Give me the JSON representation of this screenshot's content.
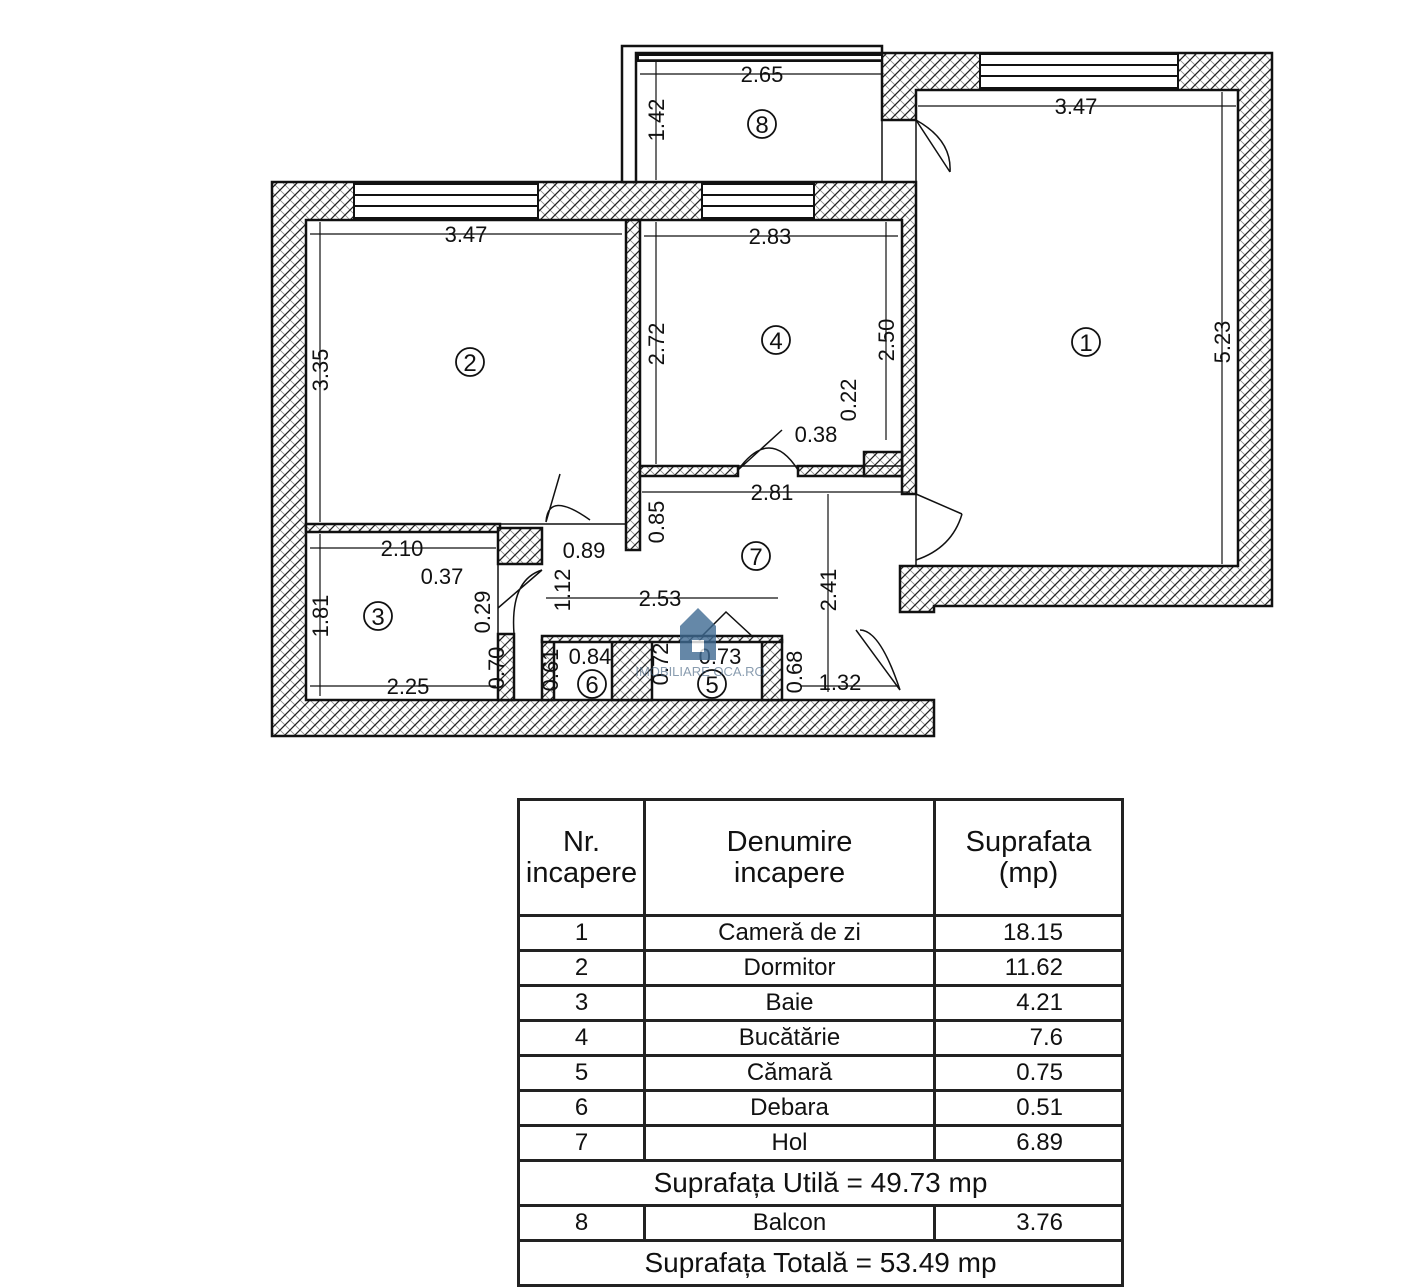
{
  "plan": {
    "rooms": [
      {
        "number": "1"
      },
      {
        "number": "2"
      },
      {
        "number": "3"
      },
      {
        "number": "4"
      },
      {
        "number": "5"
      },
      {
        "number": "6"
      },
      {
        "number": "7"
      },
      {
        "number": "8"
      }
    ],
    "dimensions": {
      "balcony_width": "2.65",
      "balcony_depth": "1.42",
      "living_width": "3.47",
      "living_depth": "5.23",
      "bedroom_width": "3.47",
      "bedroom_depth": "3.35",
      "kitchen_width": "2.83",
      "kitchen_left": "2.72",
      "kitchen_right": "2.50",
      "kitchen_notch_h": "0.22",
      "kitchen_notch_w": "0.38",
      "hall_top": "2.81",
      "hall_left_upper": "0.85",
      "hall_side": "2.41",
      "hall_door": "0.89",
      "hall_bottom": "2.53",
      "hall_left_lower": "1.12",
      "bath_top": "2.10",
      "bath_notch": "0.37",
      "bath_depth": "1.81",
      "bath_bottom": "2.25",
      "bath_door": "0.29",
      "bath_right": "0.70",
      "debara_depth": "0.61",
      "debara_width": "0.84",
      "camara_a": "0.72",
      "camara_b": "0.73",
      "camara_depth": "0.68",
      "entry_width": "1.32"
    },
    "watermark": "IMOBILIARE OCA.RO"
  },
  "table": {
    "headers": {
      "nr_line1": "Nr.",
      "nr_line2": "incapere",
      "name_line1": "Denumire",
      "name_line2": "incapere",
      "area_line1": "Suprafata",
      "area_line2": "(mp)"
    },
    "rows": [
      {
        "nr": "1",
        "name": "Cameră de zi",
        "area": "18.15"
      },
      {
        "nr": "2",
        "name": "Dormitor",
        "area": "11.62"
      },
      {
        "nr": "3",
        "name": "Baie",
        "area": "4.21"
      },
      {
        "nr": "4",
        "name": "Bucătărie",
        "area": "7.6"
      },
      {
        "nr": "5",
        "name": "Cămară",
        "area": "0.75"
      },
      {
        "nr": "6",
        "name": "Debara",
        "area": "0.51"
      },
      {
        "nr": "7",
        "name": "Hol",
        "area": "6.89"
      }
    ],
    "useful_area": "Suprafața Utilă =  49.73  mp",
    "balcony_row": {
      "nr": "8",
      "name": "Balcon",
      "area": "3.76"
    },
    "total_area": "Suprafața Totală =  53.49  mp"
  }
}
